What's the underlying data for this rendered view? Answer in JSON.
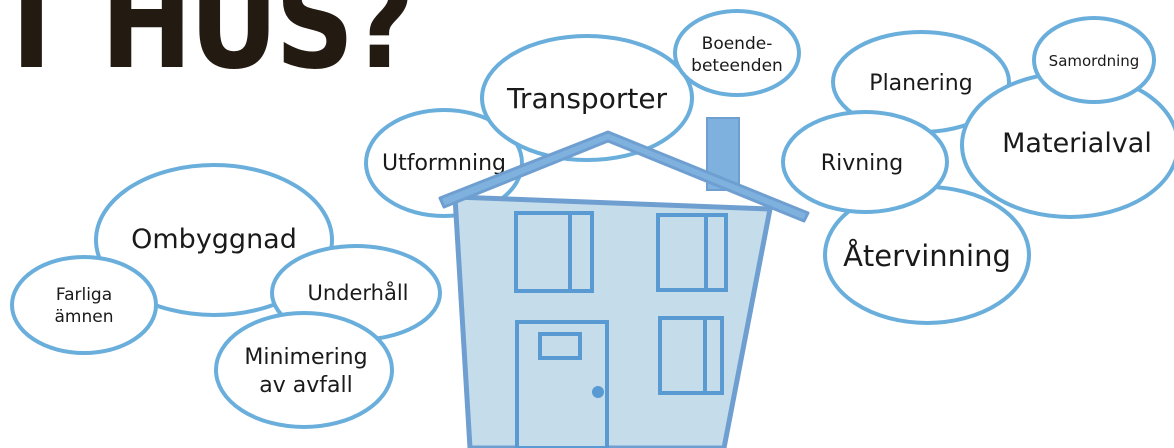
{
  "title": "T HUS?",
  "colors": {
    "bubble_border": "#6aaedc",
    "house_fill": "#c5dceb",
    "house_stroke": "#6f9fd0",
    "roof": "#7fb1df",
    "title": "#231a12"
  },
  "bubbles": {
    "boendebeteenden": [
      "Boende-",
      "beteenden"
    ],
    "transporter": "Transporter",
    "utformning": "Utformning",
    "planering": "Planering",
    "samordning": "Samordning",
    "rivning": "Rivning",
    "materialval": "Materialval",
    "atervinning": "Återvinning",
    "ombyggnad": "Ombyggnad",
    "underhall": "Underhåll",
    "farliga_amnen": [
      "Farliga",
      "ämnen"
    ],
    "minimering_av_avfall": [
      "Minimering",
      "av avfall"
    ]
  }
}
